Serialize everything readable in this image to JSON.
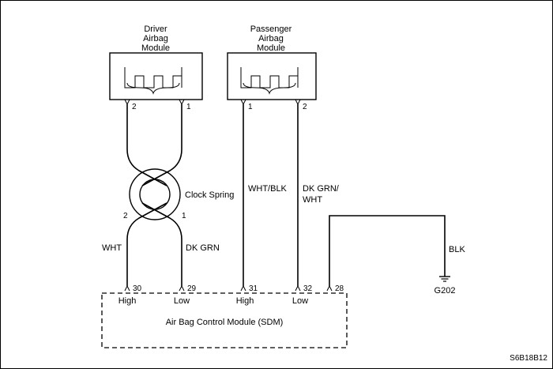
{
  "modules": {
    "driver": {
      "title_lines": [
        "Driver",
        "Airbag",
        "Module"
      ],
      "pins": [
        "2",
        "1"
      ]
    },
    "passenger": {
      "title_lines": [
        "Passenger",
        "Airbag",
        "Module"
      ],
      "pins": [
        "1",
        "2"
      ]
    }
  },
  "clock_spring": {
    "label": "Clock Spring",
    "pins": [
      "2",
      "1"
    ]
  },
  "wires": {
    "wht": "WHT",
    "dk_grn": "DK GRN",
    "wht_blk": "WHT/BLK",
    "dk_grn_wht_line1": "DK GRN/",
    "dk_grn_wht_line2": "WHT",
    "blk": "BLK"
  },
  "sdm": {
    "label": "Air Bag Control Module (SDM)",
    "terminals": [
      "30",
      "29",
      "31",
      "32",
      "28"
    ],
    "terminal_labels": [
      "High",
      "Low",
      "High",
      "Low"
    ]
  },
  "ground": {
    "label": "G202"
  },
  "figure_id": "S6B18B12"
}
